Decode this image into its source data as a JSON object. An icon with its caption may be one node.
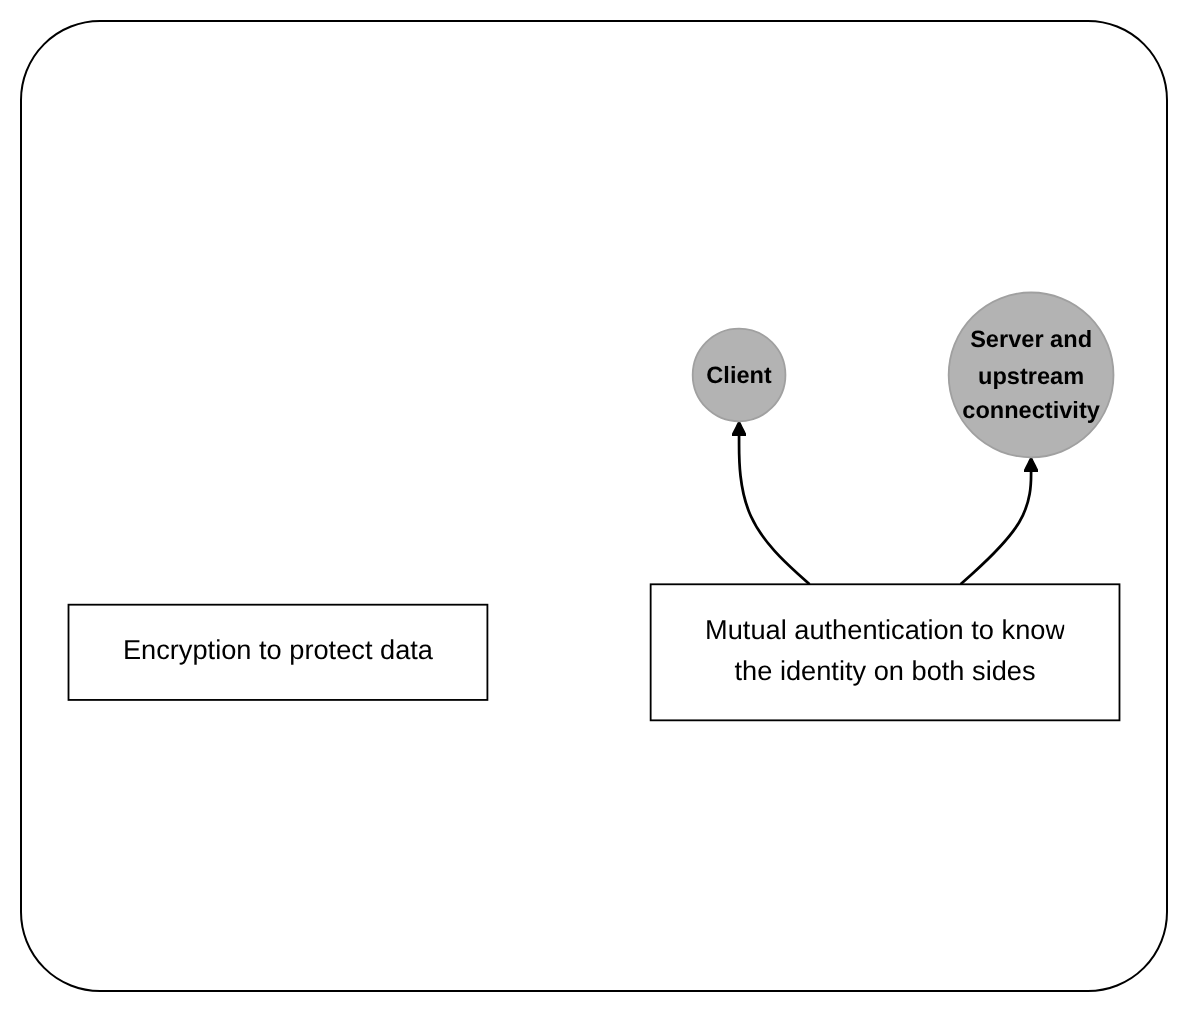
{
  "diagram": {
    "nodes": [
      {
        "text": [
          "Client"
        ]
      },
      {
        "text": [
          "Encryption to protect data"
        ]
      },
      {
        "text": [
          "Server and upstream connectivity"
        ]
      },
      {
        "text": [
          "Mutual authentication to know the identity on both sides"
        ]
      }
    ],
    "edges": [
      {
        "from": 3,
        "to": 0,
        "arrow": "to"
      },
      {
        "from": 3,
        "to": 2,
        "arrow": "to"
      }
    ]
  }
}
